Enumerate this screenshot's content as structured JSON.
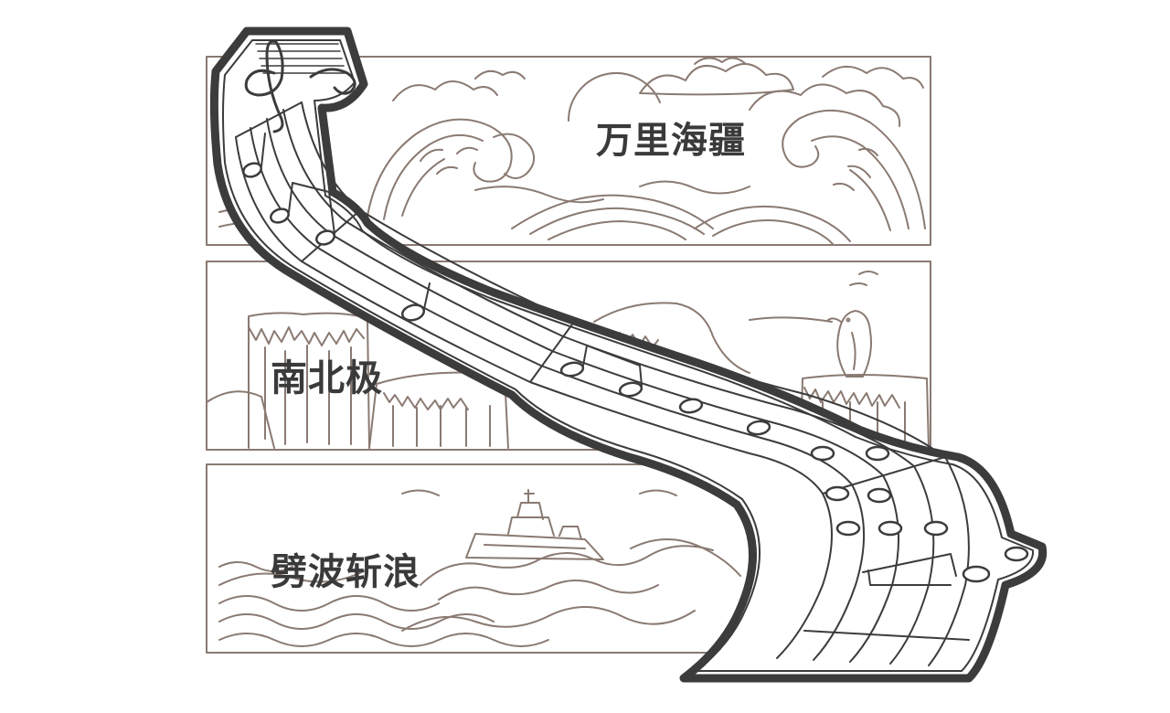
{
  "panels": {
    "top": {
      "label": "万里海疆",
      "scene": "ocean-waves-with-sun-and-clouds"
    },
    "middle": {
      "label": "南北极",
      "scene": "glacier-cliffs-with-penguin"
    },
    "bottom": {
      "label": "劈波斩浪",
      "scene": "ship-on-stormy-sea"
    }
  },
  "ribbon": {
    "motif": "music-staff-ribbon-with-treble-clef-and-notes"
  },
  "colors": {
    "line_art": "#8a7a72",
    "ribbon_outline": "#3c3c3c",
    "label_text": "#3a3a3a",
    "background": "#ffffff"
  }
}
